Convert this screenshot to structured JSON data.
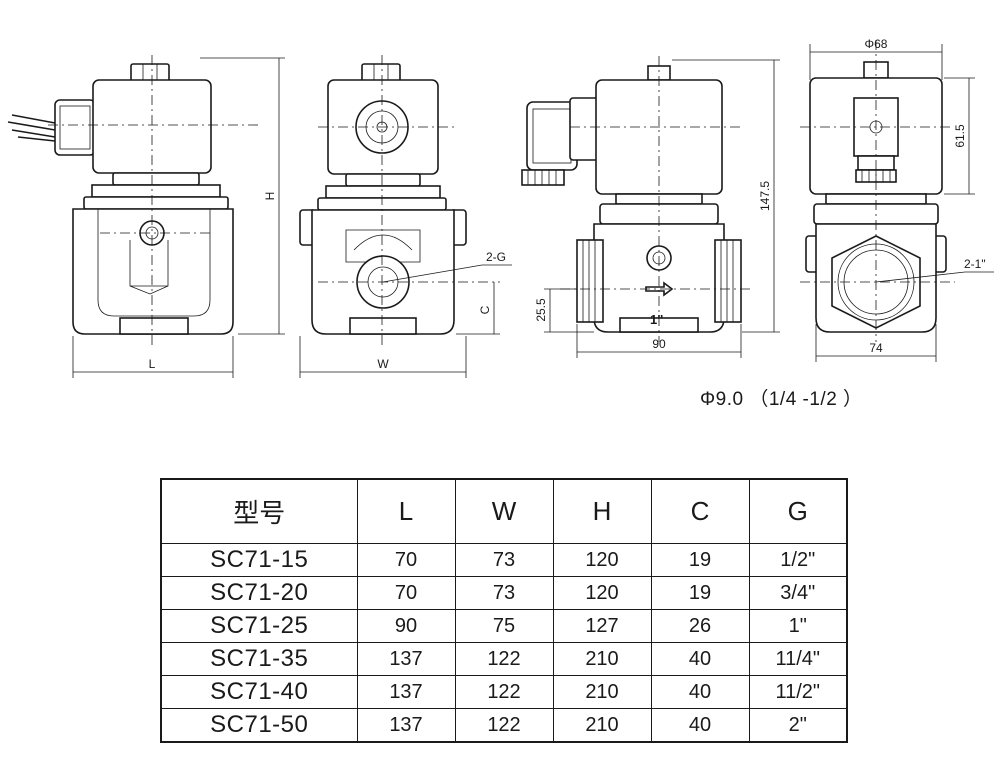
{
  "drawing": {
    "views": [
      {
        "name": "front-view",
        "labels": {
          "width": "L",
          "height": "H"
        }
      },
      {
        "name": "side-view",
        "labels": {
          "width": "W",
          "port_height": "C",
          "port": "2-G"
        }
      },
      {
        "name": "detail-front-view",
        "labels": {
          "width": "90",
          "height": "147.5",
          "port_height": "25.5",
          "port": "1\""
        }
      },
      {
        "name": "detail-side-view",
        "labels": {
          "width": "74",
          "coil_diameter": "Φ68",
          "coil_height": "61.5",
          "port": "2-1\""
        }
      }
    ],
    "caption": "Φ9.0 （1/4 -1/2 ）"
  },
  "table": {
    "headers": [
      "型号",
      "L",
      "W",
      "H",
      "C",
      "G"
    ],
    "rows": [
      [
        "SC71-15",
        "70",
        "73",
        "120",
        "19",
        "1/2\""
      ],
      [
        "SC71-20",
        "70",
        "73",
        "120",
        "19",
        "3/4\""
      ],
      [
        "SC71-25",
        "90",
        "75",
        "127",
        "26",
        "1\""
      ],
      [
        "SC71-35",
        "137",
        "122",
        "210",
        "40",
        "11/4\""
      ],
      [
        "SC71-40",
        "137",
        "122",
        "210",
        "40",
        "11/2\""
      ],
      [
        "SC71-50",
        "137",
        "122",
        "210",
        "40",
        "2\""
      ]
    ]
  }
}
